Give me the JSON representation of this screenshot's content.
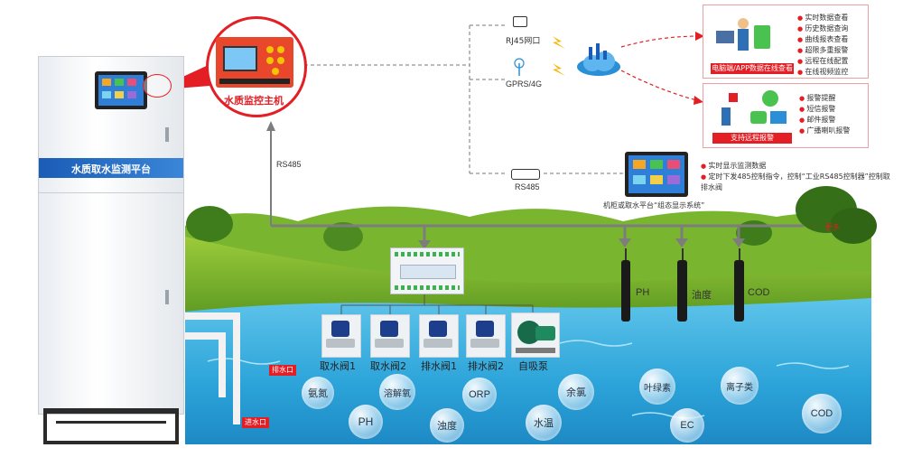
{
  "cabinet": {
    "title": "水质取水监测平台"
  },
  "controller": {
    "label": "水质监控主机"
  },
  "comm": {
    "rj45": "RJ45网口",
    "gprs": "GPRS/4G",
    "rs485_bottom": "RS485",
    "rs485_side": "RS485"
  },
  "cloud_panel": {
    "badge": "电脑端/APP数据在线查看",
    "items": [
      "实时数据查看",
      "历史数据查询",
      "曲线报表查看",
      "超限多重报警",
      "远程在线配置",
      "在线视频监控"
    ]
  },
  "alarm_panel": {
    "badge": "支持远程报警",
    "items": [
      "报警提醒",
      "短信报警",
      "邮件报警",
      "广播喇叭报警"
    ]
  },
  "display": {
    "caption": "机柜或取水平台“组态显示系统”",
    "notes": [
      "实时显示监测数据",
      "定时下发485控制指令，控制“工业RS485控制器”控制取排水阀"
    ]
  },
  "sensors": {
    "ph": "PH",
    "oil": "油度",
    "cod": "COD",
    "more": "· · · ·更多"
  },
  "equipment": {
    "valve1": "取水阀1",
    "valve2": "取水阀2",
    "valve3": "排水阀1",
    "valve4": "排水阀2",
    "pump": "自吸泵"
  },
  "ports": {
    "drain": "排水口",
    "inlet": "进水口"
  },
  "bubbles": [
    "氨氮",
    "溶解氧",
    "ORP",
    "余氯",
    "叶绿素",
    "离子类",
    "PH",
    "浊度",
    "水温",
    "EC",
    "COD"
  ]
}
